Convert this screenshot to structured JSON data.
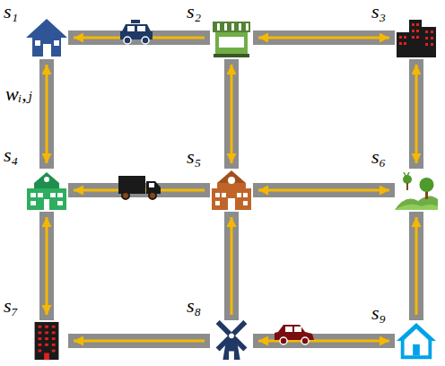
{
  "diagram": {
    "nodes": [
      {
        "text": [
          "s₁"
        ]
      },
      {
        "text": [
          "s₂"
        ]
      },
      {
        "text": [
          "s₃"
        ]
      },
      {
        "text": [
          "s₄"
        ]
      },
      {
        "text": [
          "s₅"
        ]
      },
      {
        "text": [
          "s₆"
        ]
      },
      {
        "text": [
          "s₇"
        ]
      },
      {
        "text": [
          "s₈"
        ]
      },
      {
        "text": [
          "s₉"
        ]
      }
    ],
    "edges": [
      {
        "from": 1,
        "to": 0,
        "arrow": "to"
      },
      {
        "from": 1,
        "to": 2,
        "arrow": "both"
      },
      {
        "from": 0,
        "to": 3,
        "arrow": "both"
      },
      {
        "from": 1,
        "to": 4,
        "arrow": "both"
      },
      {
        "from": 2,
        "to": 5,
        "arrow": "both"
      },
      {
        "from": 4,
        "to": 3,
        "arrow": "to"
      },
      {
        "from": 4,
        "to": 5,
        "arrow": "both"
      },
      {
        "from": 3,
        "to": 6,
        "arrow": "both"
      },
      {
        "from": 7,
        "to": 4,
        "arrow": "to"
      },
      {
        "from": 8,
        "to": 5,
        "arrow": "to"
      },
      {
        "from": 7,
        "to": 6,
        "arrow": "to"
      },
      {
        "from": 7,
        "to": 8,
        "arrow": "both"
      }
    ],
    "labels": [
      "wᵢ,ⱼ"
    ]
  }
}
